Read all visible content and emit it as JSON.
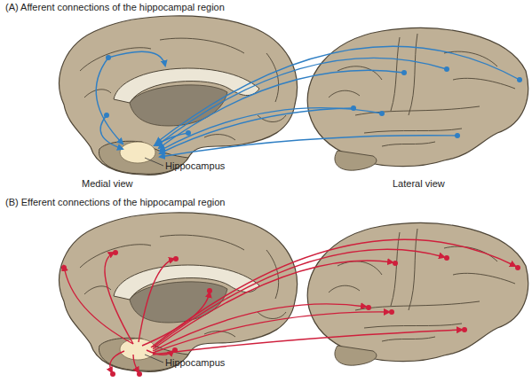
{
  "diagram": {
    "labels": [
      "(A) Afferent connections of the hippocampal region",
      "Hippocampus",
      "Medial view",
      "Lateral view",
      "(B) Efferent connections of the hippocampal region",
      "Hippocampus"
    ]
  }
}
